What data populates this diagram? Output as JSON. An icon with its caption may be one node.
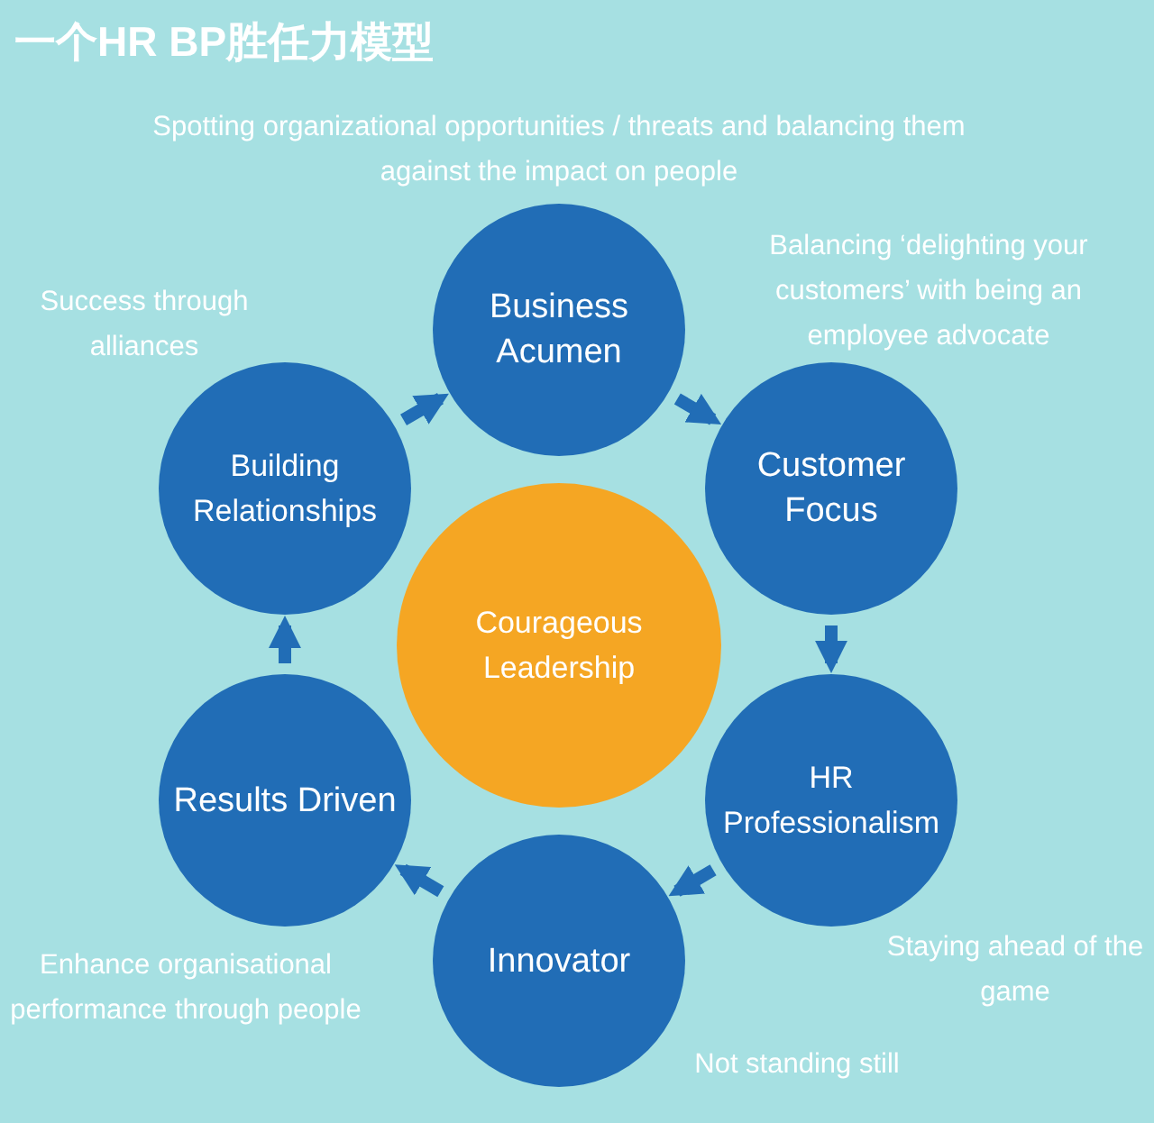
{
  "diagram": {
    "title": "一个HR BP胜任力模型",
    "nodes": [
      {
        "text": [
          "Business Acumen"
        ]
      },
      {
        "text": [
          "Customer Focus"
        ]
      },
      {
        "text": [
          "HR Professionalism"
        ]
      },
      {
        "text": [
          "Innovator"
        ]
      },
      {
        "text": [
          "Results Driven"
        ]
      },
      {
        "text": [
          "Building Relationships"
        ]
      },
      {
        "text": [
          "Courageous Leadership"
        ]
      }
    ],
    "edges": [
      {
        "from": 5,
        "to": 0,
        "arrow": "to"
      },
      {
        "from": 0,
        "to": 1,
        "arrow": "to"
      },
      {
        "from": 1,
        "to": 2,
        "arrow": "to"
      },
      {
        "from": 2,
        "to": 3,
        "arrow": "to"
      },
      {
        "from": 3,
        "to": 4,
        "arrow": "to"
      },
      {
        "from": 4,
        "to": 5,
        "arrow": "to"
      }
    ],
    "labels": [
      "Spotting organizational opportunities / threats and balancing them against the impact on people",
      "Success through alliances",
      "Balancing ‘delighting your customers’ with being an employee advocate",
      "Staying ahead of the game",
      "Enhance organisational performance through people",
      "Not standing still"
    ]
  }
}
